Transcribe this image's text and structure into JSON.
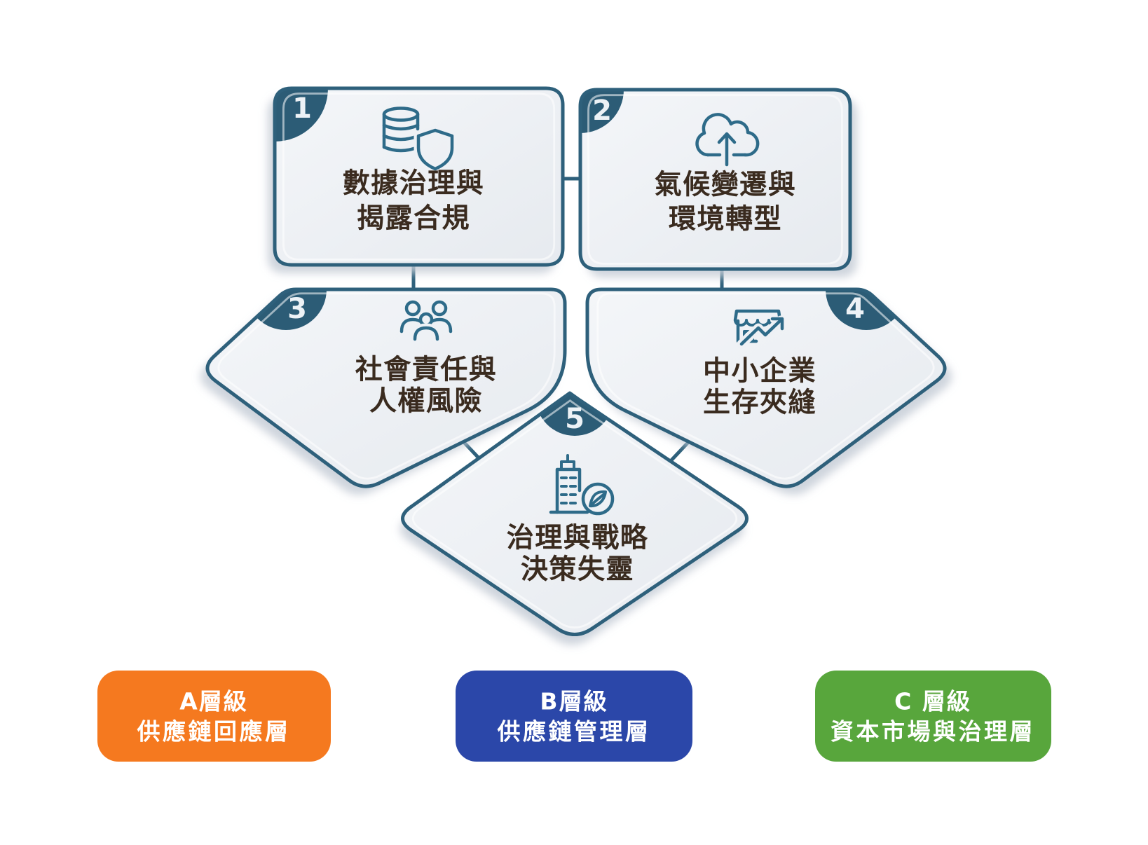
{
  "diagram_title": "ESG risk topics diagram",
  "palette": {
    "border_teal": "#2E607B",
    "badge_teal": "#2C5C76",
    "icon_teal": "#2E6B89",
    "card_fill_light": "#F2F5F8",
    "card_fill_dark": "#E6EAEF",
    "title_text": "#3A2B1F",
    "shadow": "#C6CDD7",
    "pill_text": "#FFFFFF"
  },
  "cards": [
    {
      "number": "1",
      "icon": "database-shield-icon",
      "title_lines": [
        "數據治理與",
        "揭露合規"
      ]
    },
    {
      "number": "2",
      "icon": "cloud-arrow-up-icon",
      "title_lines": [
        "氣候變遷與",
        "環境轉型"
      ]
    },
    {
      "number": "3",
      "icon": "people-group-icon",
      "title_lines": [
        "社會責任與",
        "人權風險"
      ]
    },
    {
      "number": "4",
      "icon": "storefront-growth-icon",
      "title_lines": [
        "中小企業",
        "生存夾縫"
      ]
    },
    {
      "number": "5",
      "icon": "building-leaf-icon",
      "title_lines": [
        "治理與戰略",
        "決策失靈"
      ]
    }
  ],
  "legend": [
    {
      "tier": "A層級",
      "label": "供應鏈回應層",
      "color": "#F5791F"
    },
    {
      "tier": "B層級",
      "label": "供應鏈管理層",
      "color": "#2B47A9"
    },
    {
      "tier": "C 層級",
      "label": "資本市場與治理層",
      "color": "#58A63C"
    }
  ]
}
